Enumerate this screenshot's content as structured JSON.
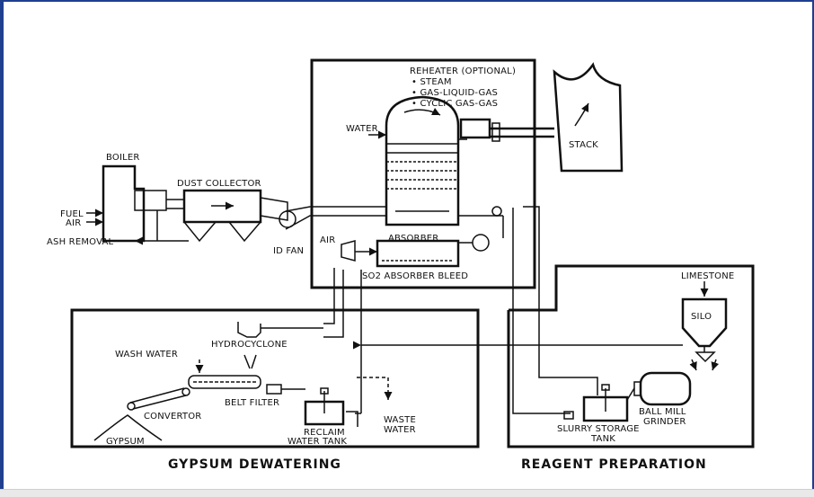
{
  "sections": {
    "gypsum": "GYPSUM DEWATERING",
    "reagent": "REAGENT PREPARATION"
  },
  "labels": {
    "reheater": "REHEATER (OPTIONAL)",
    "steam": "• STEAM",
    "glg": "• GAS-LIQUID-GAS",
    "cgg": "• CYCLIC GAS-GAS",
    "stack": "STACK",
    "water": "WATER",
    "boiler": "BOILER",
    "dust_collector": "DUST COLLECTOR",
    "fuel": "FUEL",
    "air_in": "AIR",
    "ash_removal": "ASH REMOVAL",
    "id_fan": "ID FAN",
    "air": "AIR",
    "absorber": "ABSORBER",
    "absorber_bleed": "SO2 ABSORBER BLEED",
    "limestone": "LIMESTONE",
    "silo": "SILO",
    "hydrocyclone": "HYDROCYCLONE",
    "wash_water": "WASH WATER",
    "belt_filter": "BELT FILTER",
    "convertor": "CONVERTOR",
    "gypsum": "GYPSUM",
    "reclaim1": "RECLAIM",
    "reclaim2": "WATER TANK",
    "waste1": "WASTE",
    "waste2": "WATER",
    "ballmill1": "BALL MILL",
    "ballmill2": "GRINDER",
    "slurry1": "SLURRY STORAGE",
    "slurry2": "TANK"
  }
}
